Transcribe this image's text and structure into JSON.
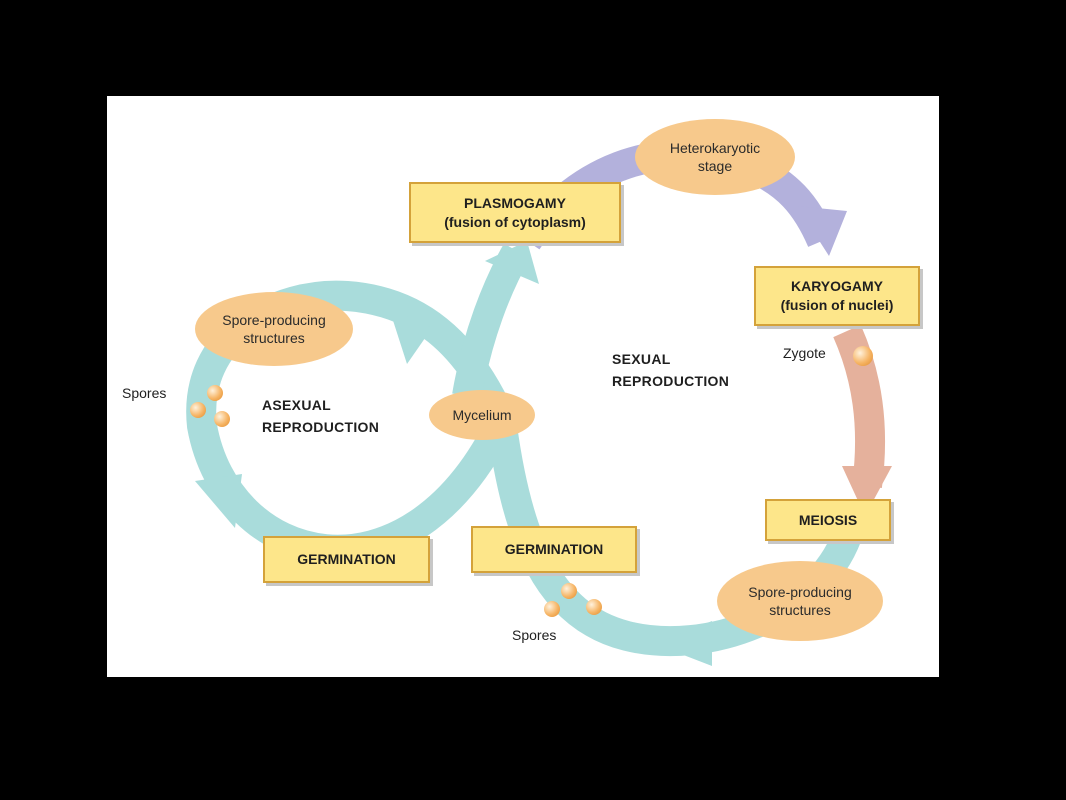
{
  "colors": {
    "asexual_arrow": "#a9dcdb",
    "sexual_arrow_top": "#b3b1dc",
    "sexual_arrow_right": "#e5b19c",
    "box_fill": "#fde68a",
    "box_border": "#d4a23a",
    "oval_fill": "#f7c98c",
    "spore": "#f6b464"
  },
  "boxes": {
    "plasmogamy": {
      "line1": "PLASMOGAMY",
      "line2": "(fusion of cytoplasm)"
    },
    "karyogamy": {
      "line1": "KARYOGAMY",
      "line2": "(fusion of nuclei)"
    },
    "meiosis": "MEIOSIS",
    "germination_left": "GERMINATION",
    "germination_center": "GERMINATION"
  },
  "ovals": {
    "heterokaryotic": {
      "line1": "Heterokaryotic",
      "line2": "stage"
    },
    "spore_structures_left": {
      "line1": "Spore-producing",
      "line2": "structures"
    },
    "mycelium": "Mycelium",
    "spore_structures_right": {
      "line1": "Spore-producing",
      "line2": "structures"
    }
  },
  "labels": {
    "spores_left": "Spores",
    "spores_bottom": "Spores",
    "zygote": "Zygote",
    "asexual": {
      "line1": "ASEXUAL",
      "line2": "REPRODUCTION"
    },
    "sexual": {
      "line1": "SEXUAL",
      "line2": "REPRODUCTION"
    }
  }
}
